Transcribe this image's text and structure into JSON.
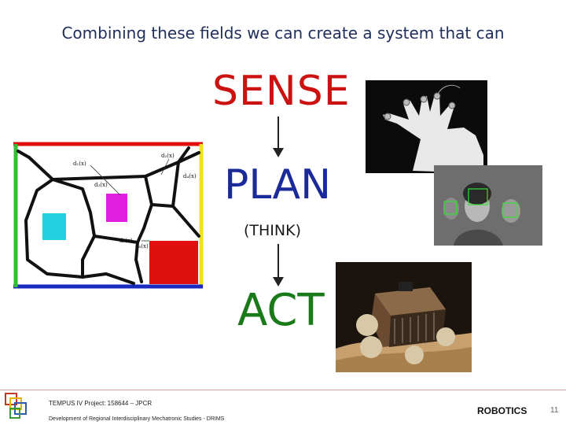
{
  "slide": {
    "title": "Combining these fields we can create a system that can",
    "sense": "SENSE",
    "plan": "PLAN",
    "think": "(THINK)",
    "act": "ACT"
  },
  "map_labels": {
    "d1": "d₁(x)",
    "d2": "d₂(x)",
    "d3": "d₃(x)",
    "d4": "d₄(x)",
    "d5": "d₅(x)",
    "d6": "d₆(x)"
  },
  "footer": {
    "project": "TEMPUS IV Project: 158644 – JPCR",
    "development": "Development of Regional Interdisciplinary Mechatronic Studies - DRIMS",
    "robotics": "ROBOTICS",
    "page": "11"
  },
  "colors": {
    "title": "#1f2d5a",
    "sense": "#cc1111",
    "plan": "#1a2a9a",
    "act": "#1a7a1a",
    "border_red": "#e01010",
    "border_yellow": "#f0e020",
    "border_blue": "#1a2ac0",
    "border_green": "#30c030",
    "magenta_obstacle": "#e020e0",
    "cyan_obstacle": "#20d0e0",
    "red_obstacle": "#e01010"
  }
}
